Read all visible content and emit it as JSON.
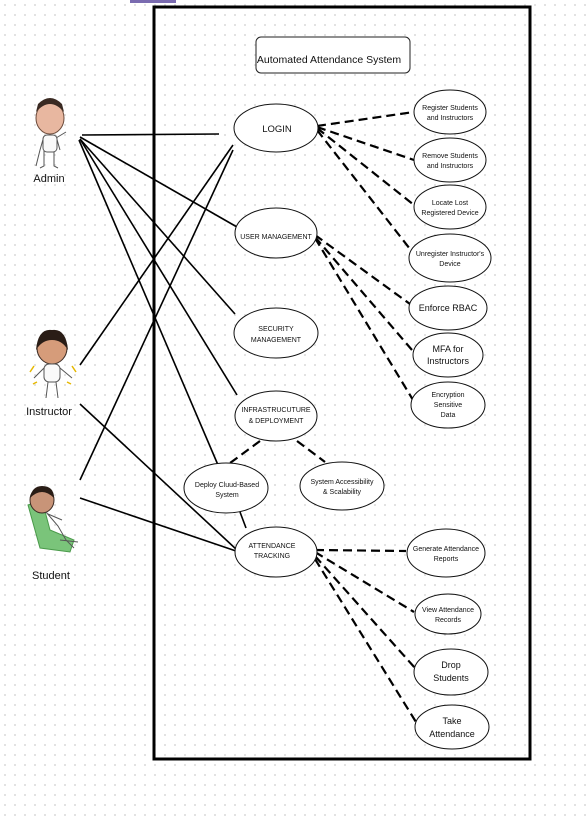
{
  "system": {
    "title": "Automated Attendance System"
  },
  "actors": {
    "admin": {
      "name": "Admin"
    },
    "instructor": {
      "name": "Instructor"
    },
    "student": {
      "name": "Student"
    }
  },
  "use_cases": {
    "login": [
      "LOGIN"
    ],
    "user_management": [
      "USER MANAGEMENT"
    ],
    "security_management": [
      "SECURITY",
      "MANAGEMENT"
    ],
    "infrastructure": [
      "INFRASTRUCUTURE",
      "& DEPLOYMENT"
    ],
    "deploy_cloud": [
      "Deploy Cluud-Based",
      "System"
    ],
    "accessibility": [
      "System Accessibility",
      "& Scalability"
    ],
    "attendance_tracking": [
      "ATTENDANCE",
      "TRACKING"
    ],
    "register": [
      "Register Students",
      "and Instructors"
    ],
    "remove": [
      "Remove Students",
      "and Instructors"
    ],
    "locate_device": [
      "Locate Lost",
      "Registered Device"
    ],
    "unregister_device": [
      "Unregister Instructor's",
      "Device"
    ],
    "enforce_rbac": [
      "Enforce RBAC"
    ],
    "mfa": [
      "MFA for",
      "Instructors"
    ],
    "encryption": [
      "Encryption",
      "Sensitive",
      "Data"
    ],
    "generate_reports": [
      "Generate Attendance",
      "Reports"
    ],
    "view_records": [
      "View Attendance",
      "Records"
    ],
    "drop_students": [
      "Drop",
      "Students"
    ],
    "take_attendance": [
      "Take",
      "Attendance"
    ]
  },
  "colors": {
    "border": "#000000",
    "use_case_fill": "#ffffff",
    "student_chair": "#7ac47a",
    "top_mark": "#7a6bb0"
  }
}
